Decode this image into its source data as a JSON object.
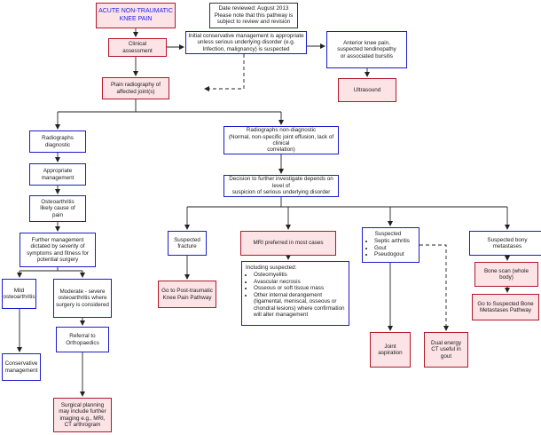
{
  "nodes": {
    "title": "ACUTE NON-TRAUMATIC\nKNEE PAIN",
    "review": "Date reviewed: August 2013\nPlease note that this pathway is\nsubject to review and revision",
    "clinical": "Clinical\nassessment",
    "initial": "Initial conservative management is appropriate\nunless serious underlying disorder (e.g.\nInfection, malignancy) is suspected",
    "anterior": "Anterior knee pain,\nsuspected tendinopathy\nor associated bursitis",
    "ultrasound": "Ultrasound",
    "plain": "Plain radiography of\naffected joint(s)",
    "rad_diag": "Radiographs\ndiagnostic",
    "rad_nondiag": "Radiographs non-diagnostic\n(Normal, non-specific joint effusion, lack of clinical\ncorrelation)",
    "approp": "Appropriate\nmanagement",
    "decision": "Decision to further investigate depends on level of\nsuspicion of serious underlying disorder",
    "oa": "Osteoarthritis\nlikely cause of\npain",
    "further": "Further management\ndictated by severity of\nsymptoms and fitness for\npotential surgery",
    "fracture": "Suspected\nfracture",
    "mri": "MRI preferred in most cases",
    "metastases": "Suspected bony\nmetastases",
    "posttraumatic": "Go to Post-traumatic\nKnee Pain Pathway",
    "mild": "Mild\nosteoarthritis",
    "moderate": "Moderate - severe\nosteoarthritis where\nsurgery is considered",
    "bonescan": "Bone scan (whole body)",
    "conservative": "Conservative\nmanagement",
    "referral": "Referral to\nOrthopaedics",
    "aspiration": "Joint\naspiration",
    "dect": "Dual energy\nCT useful in\ngout",
    "metpathway": "Go to Suspected Bone\nMetastases Pathway",
    "surgical": "Surgical planning\nmay include further\nimaging e.g., MRI,\nCT arthrogram"
  },
  "suspected": {
    "heading": "Suspected",
    "items": [
      "Septic arthritis",
      "Gout",
      "Pseudogout"
    ]
  },
  "including": {
    "heading": "Including suspected:",
    "items": [
      "Osteomyelitis",
      "Avascular necrosis",
      "Osseous or soft tissue mass",
      "Other internal derangement (ligamental, meniscal, osseous or chondral lesions) where confirmation will alter management"
    ]
  }
}
